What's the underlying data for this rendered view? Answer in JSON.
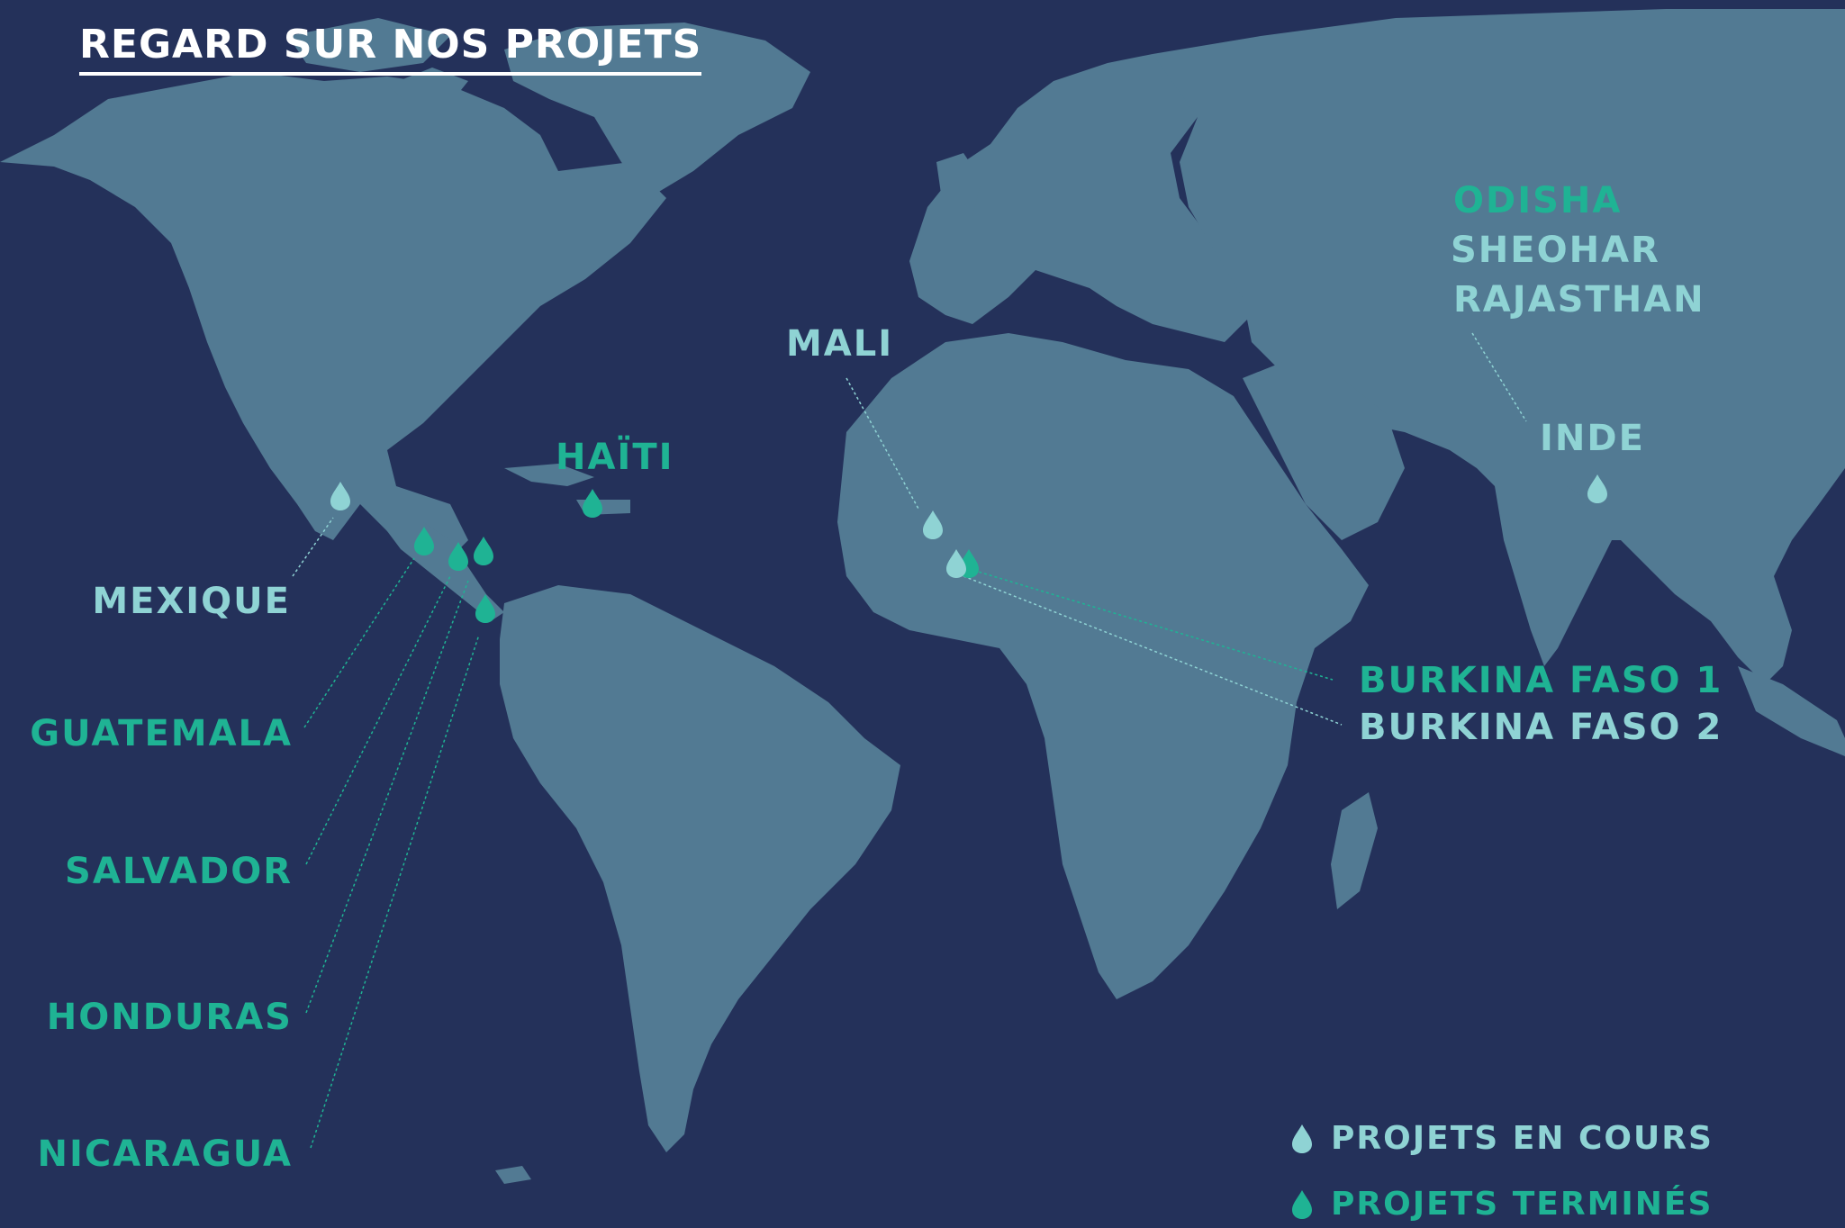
{
  "title": "REGARD SUR NOS PROJETS",
  "colors": {
    "ocean": "#24315a",
    "land": "#527a93",
    "current": "#8fd3d4",
    "completed": "#1fb394",
    "title": "#ffffff"
  },
  "projects": {
    "mexique": "MEXIQUE",
    "guatemala": "GUATEMALA",
    "salvador": "SALVADOR",
    "honduras": "HONDURAS",
    "nicaragua": "NICARAGUA",
    "haiti": "HAÏTI",
    "mali": "MALI",
    "burkina1": "BURKINA FASO 1",
    "burkina2": "BURKINA FASO 2",
    "odisha": "ODISHA",
    "sheohar": "SHEOHAR",
    "rajasthan": "RAJASTHAN",
    "inde": "INDE"
  },
  "legend": {
    "current": "PROJETS EN COURS",
    "completed": "PROJETS TERMINÉS"
  },
  "icons": {
    "marker": "water-drop-icon"
  }
}
